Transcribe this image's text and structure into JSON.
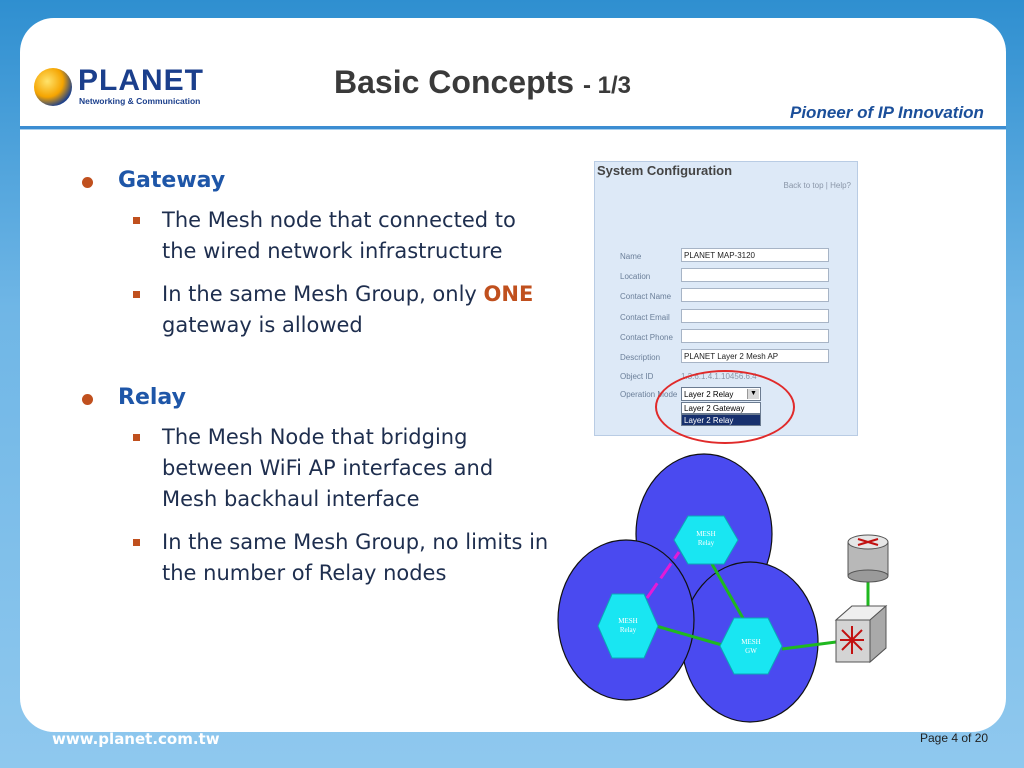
{
  "brand": {
    "logo_name": "PLANET",
    "logo_sub": "Networking & Communication",
    "tagline": "Pioneer of IP Innovation"
  },
  "slide": {
    "title": "Basic Concepts",
    "title_suffix": "- 1/3"
  },
  "content": {
    "gateway": {
      "heading": "Gateway",
      "point1": "The Mesh node that connected to the wired network infrastructure",
      "point2_pre": "In the same Mesh Group, only",
      "point2_em": "ONE",
      "point2_post": "gateway is allowed"
    },
    "relay": {
      "heading": "Relay",
      "point1": "The Mesh Node that bridging between WiFi AP interfaces and Mesh backhaul interface",
      "point2": "In the same Mesh Group, no limits in the number of Relay nodes"
    }
  },
  "system_config": {
    "title": "System Configuration",
    "back_to_top": "Back to top",
    "separator": "|",
    "help": "Help?",
    "fields": {
      "name_label": "Name",
      "name_value": "PLANET MAP-3120",
      "location_label": "Location",
      "location_value": "",
      "contact_name_label": "Contact Name",
      "contact_name_value": "",
      "contact_email_label": "Contact Email",
      "contact_email_value": "",
      "contact_phone_label": "Contact Phone",
      "contact_phone_value": "",
      "description_label": "Description",
      "description_value": "PLANET Layer 2 Mesh AP",
      "object_id_label": "Object ID",
      "object_id_value": "1.3.6.1.4.1.10456.6.4",
      "operation_mode_label": "Operation Mode",
      "operation_mode_value": "Layer 2 Relay"
    },
    "options": [
      "Layer 2 Gateway",
      "Layer 2 Relay"
    ],
    "selected_option": "Layer 2 Relay",
    "arrow_glyph": "▼",
    "highlight_color": "#e02a2a"
  },
  "diagram": {
    "relay_top_line1": "MESH",
    "relay_top_line2": "Relay",
    "relay_left_line1": "MESH",
    "relay_left_line2": "Relay",
    "gw_line1": "MESH",
    "gw_line2": "GW",
    "router_icon": "router-icon",
    "switch_icon": "switch-icon",
    "cell_color": "#4a4af0",
    "node_color": "#19e6f2",
    "link_color": "#1fb81f",
    "wifi_link_color": "#e21bd8"
  },
  "footer": {
    "url": "www.planet.com.tw",
    "page": "Page 4 of 20"
  }
}
